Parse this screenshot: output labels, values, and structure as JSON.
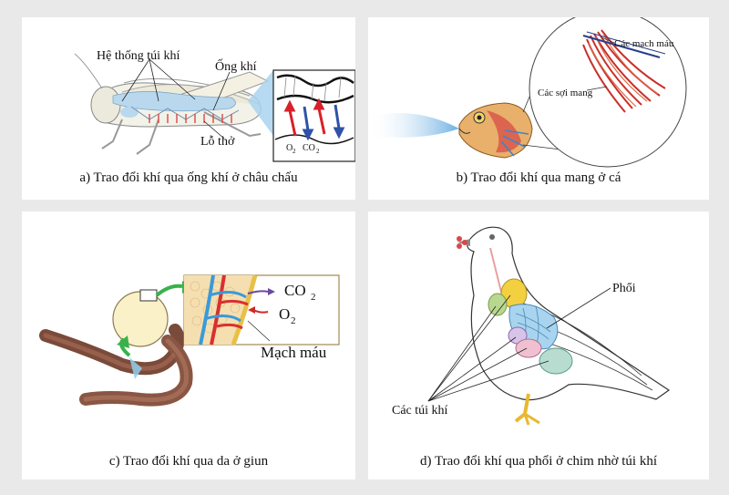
{
  "panel_a": {
    "caption": "a) Trao đổi khí qua ống khí ở châu chấu",
    "label_air_sacs": "Hệ thống túi khí",
    "label_trachea": "Ống khí",
    "label_spiracle": "Lỗ thở",
    "label_o2": "O",
    "label_o2_sub": "2",
    "label_co2": "CO",
    "label_co2_sub": "2"
  },
  "panel_b": {
    "caption": "b) Trao đổi khí qua mang ở cá",
    "label_vessels": "Các mạch máu",
    "label_filaments": "Các sợi mang"
  },
  "panel_c": {
    "caption": "c) Trao đổi khí qua da ở giun",
    "label_co2": "CO",
    "label_co2_sub": "2",
    "label_o2": "O",
    "label_o2_sub": "2",
    "label_vessel": "Mạch máu"
  },
  "panel_d": {
    "caption": "d) Trao đổi khí qua phổi ở chim nhờ túi khí",
    "label_lung": "Phổi",
    "label_air_sacs": "Các túi khí"
  }
}
